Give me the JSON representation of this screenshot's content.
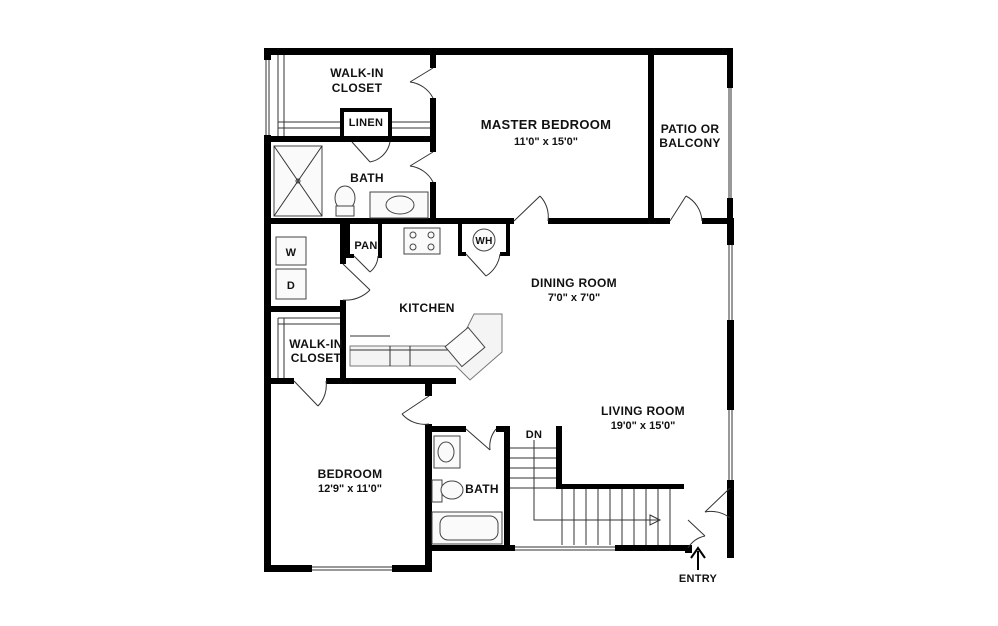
{
  "rooms": {
    "walk_in_closet_top": {
      "line1": "WALK-IN",
      "line2": "CLOSET"
    },
    "linen": "LINEN",
    "master_bedroom": {
      "name": "MASTER BEDROOM",
      "dims": "11'0\" x 15'0\""
    },
    "patio": {
      "line1": "PATIO OR",
      "line2": "BALCONY"
    },
    "master_bath": "BATH",
    "pantry": "PAN",
    "water_heater": "WH",
    "washer": "W",
    "dryer": "D",
    "kitchen": "KITCHEN",
    "dining_room": {
      "name": "DINING ROOM",
      "dims": "7'0\" x 7'0\""
    },
    "walk_in_closet_bottom": {
      "line1": "WALK-IN",
      "line2": "CLOSET"
    },
    "living_room": {
      "name": "LIVING ROOM",
      "dims": "19'0\" x 15'0\""
    },
    "bedroom": {
      "name": "BEDROOM",
      "dims": "12'9\" x 11'0\""
    },
    "hall_bath": "BATH",
    "stairs_down": "DN",
    "entry": "ENTRY"
  }
}
